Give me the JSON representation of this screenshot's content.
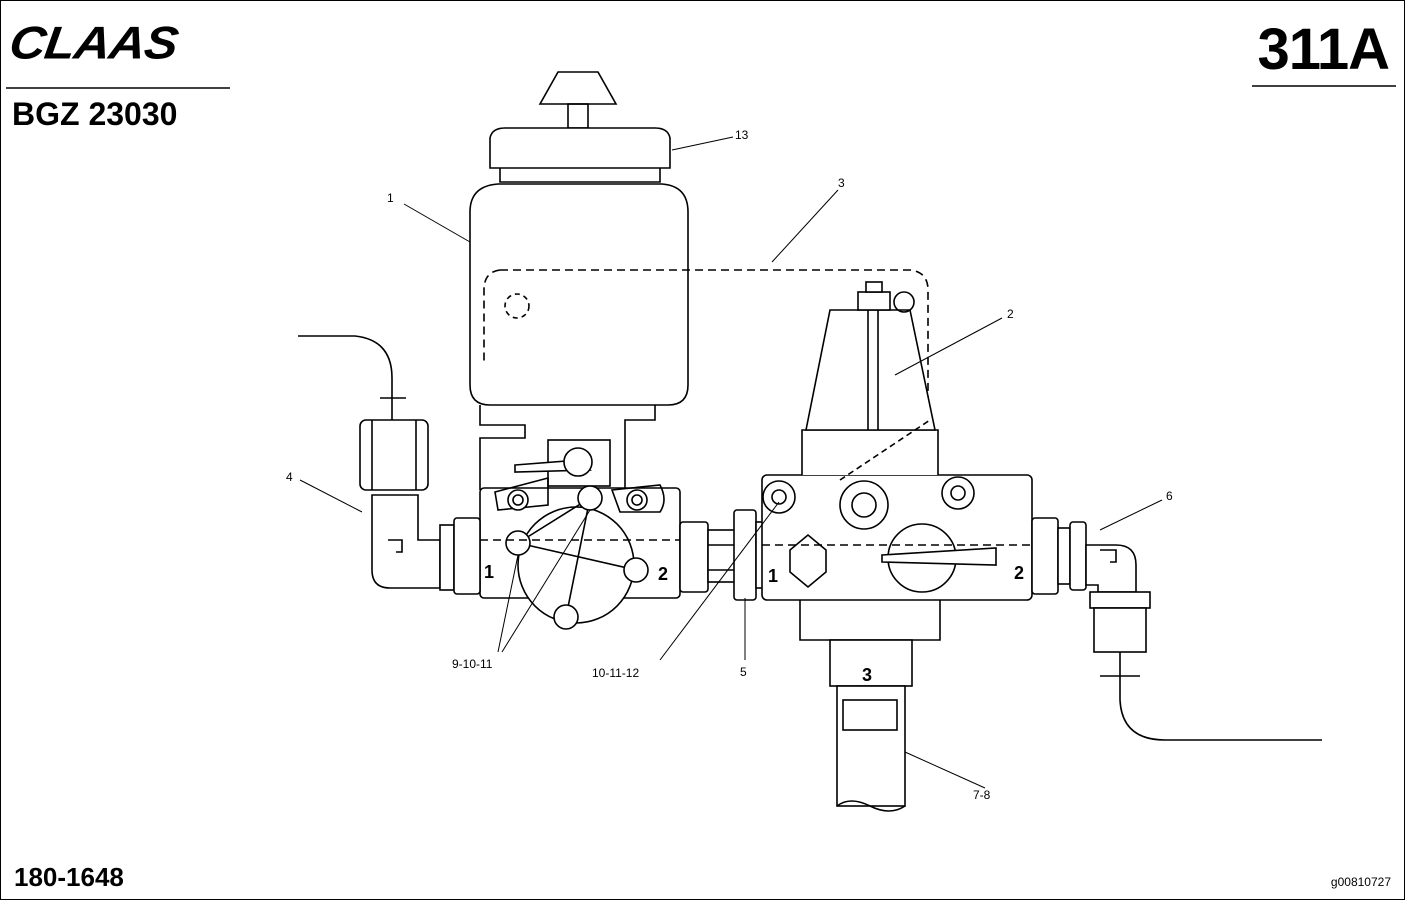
{
  "header": {
    "brand_logo": "CLAAS",
    "document_code": "BGZ 23030",
    "page_number": "311A"
  },
  "footer": {
    "part_number": "180-1648",
    "image_ref": "g00810727"
  },
  "callouts": {
    "c1": "1",
    "c2": "2",
    "c3": "3",
    "c4": "4",
    "c5": "5",
    "c6": "6",
    "c7": "7-8",
    "c9": "9-10-11",
    "c10": "10-11-12",
    "c13": "13"
  },
  "ports": {
    "left_in": "1",
    "left_out": "2",
    "right_in": "1",
    "right_out": "2",
    "bottom": "3"
  }
}
